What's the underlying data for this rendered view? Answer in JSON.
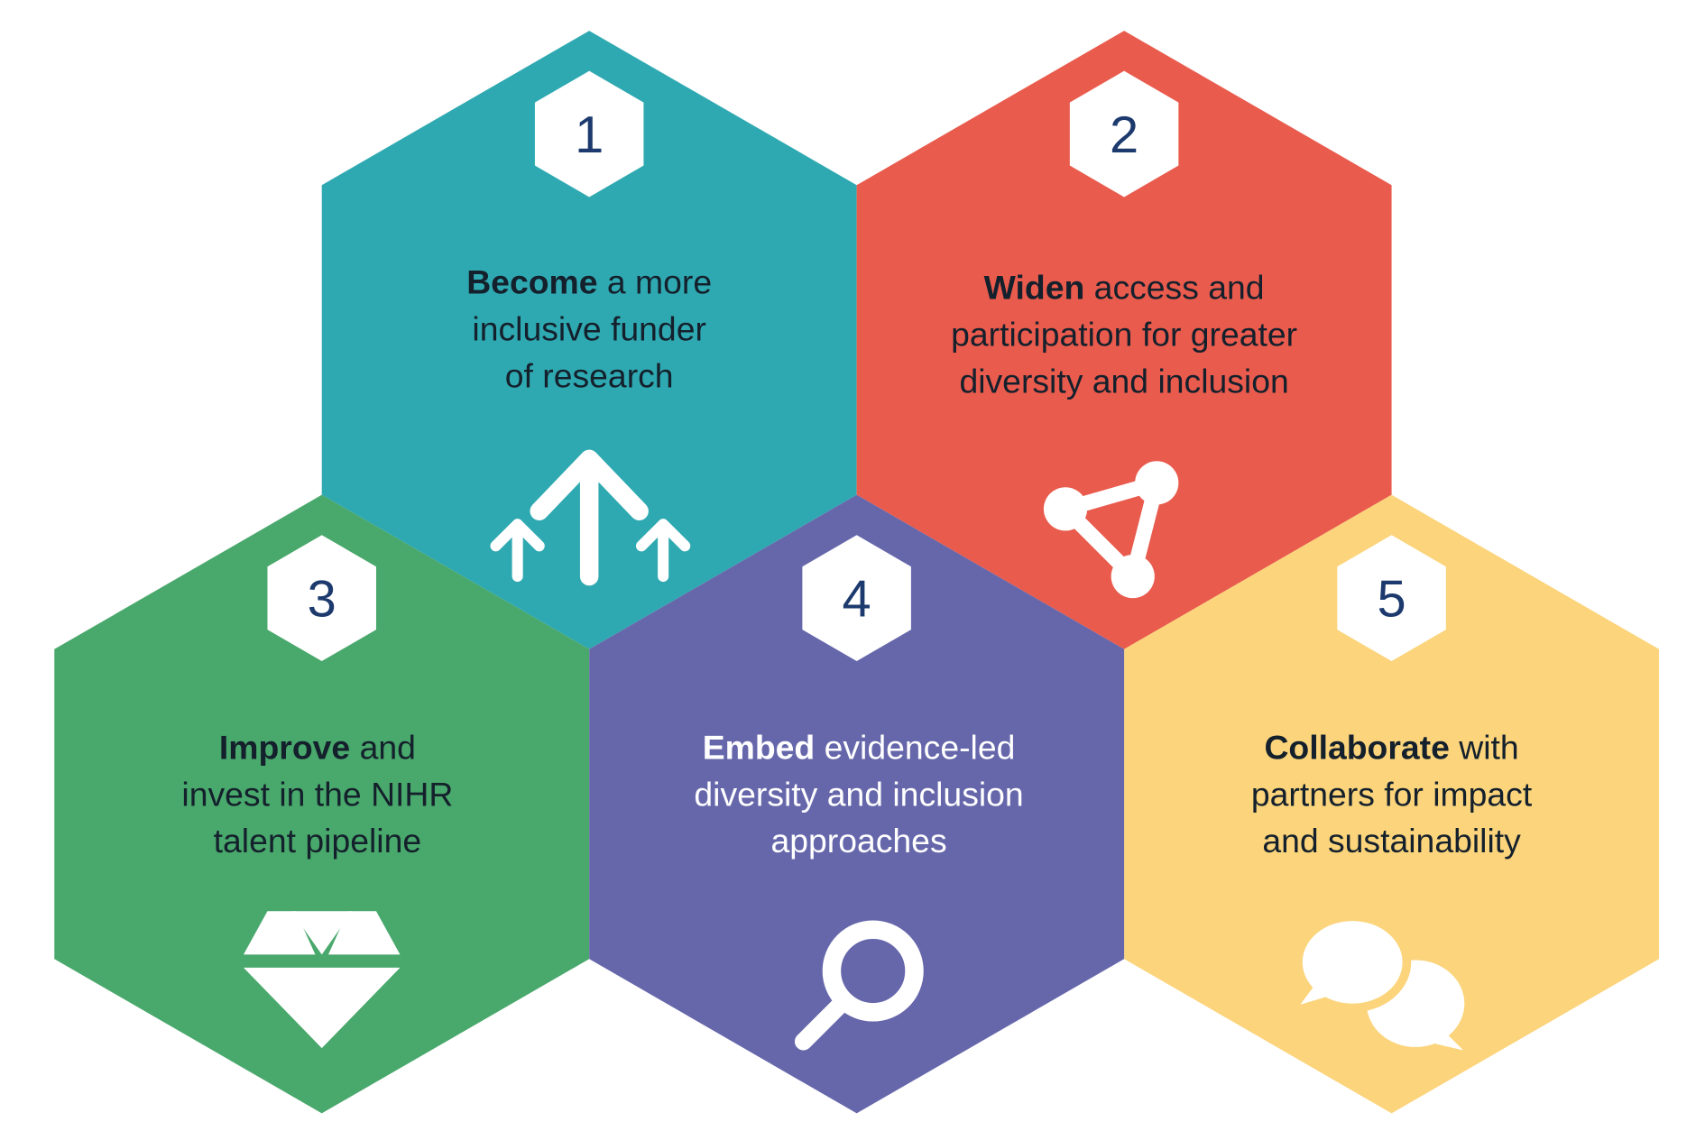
{
  "colors": {
    "teal": "#2fa9b1",
    "red": "#e95b4d",
    "green": "#49a86b",
    "purple": "#6667ab",
    "yellow": "#fbd47b",
    "number": "#1d3a6e"
  },
  "items": [
    {
      "number": "1",
      "bold": "Become",
      "rest": " a more",
      "line2": "inclusive funder",
      "line3": "of research",
      "icon": "arrows-up-icon"
    },
    {
      "number": "2",
      "bold": "Widen",
      "rest": " access and",
      "line2": "participation for greater",
      "line3": "diversity and inclusion",
      "icon": "network-triangle-icon"
    },
    {
      "number": "3",
      "bold": "Improve",
      "rest": " and",
      "line2": "invest in the NIHR",
      "line3": "talent pipeline",
      "icon": "diamond-icon"
    },
    {
      "number": "4",
      "bold": "Embed",
      "rest": " evidence-led",
      "line2": "diversity and inclusion",
      "line3": "approaches",
      "icon": "magnifier-icon"
    },
    {
      "number": "5",
      "bold": "Collaborate",
      "rest": " with",
      "line2": "partners for impact",
      "line3": "and sustainability",
      "icon": "speech-bubbles-icon"
    }
  ]
}
